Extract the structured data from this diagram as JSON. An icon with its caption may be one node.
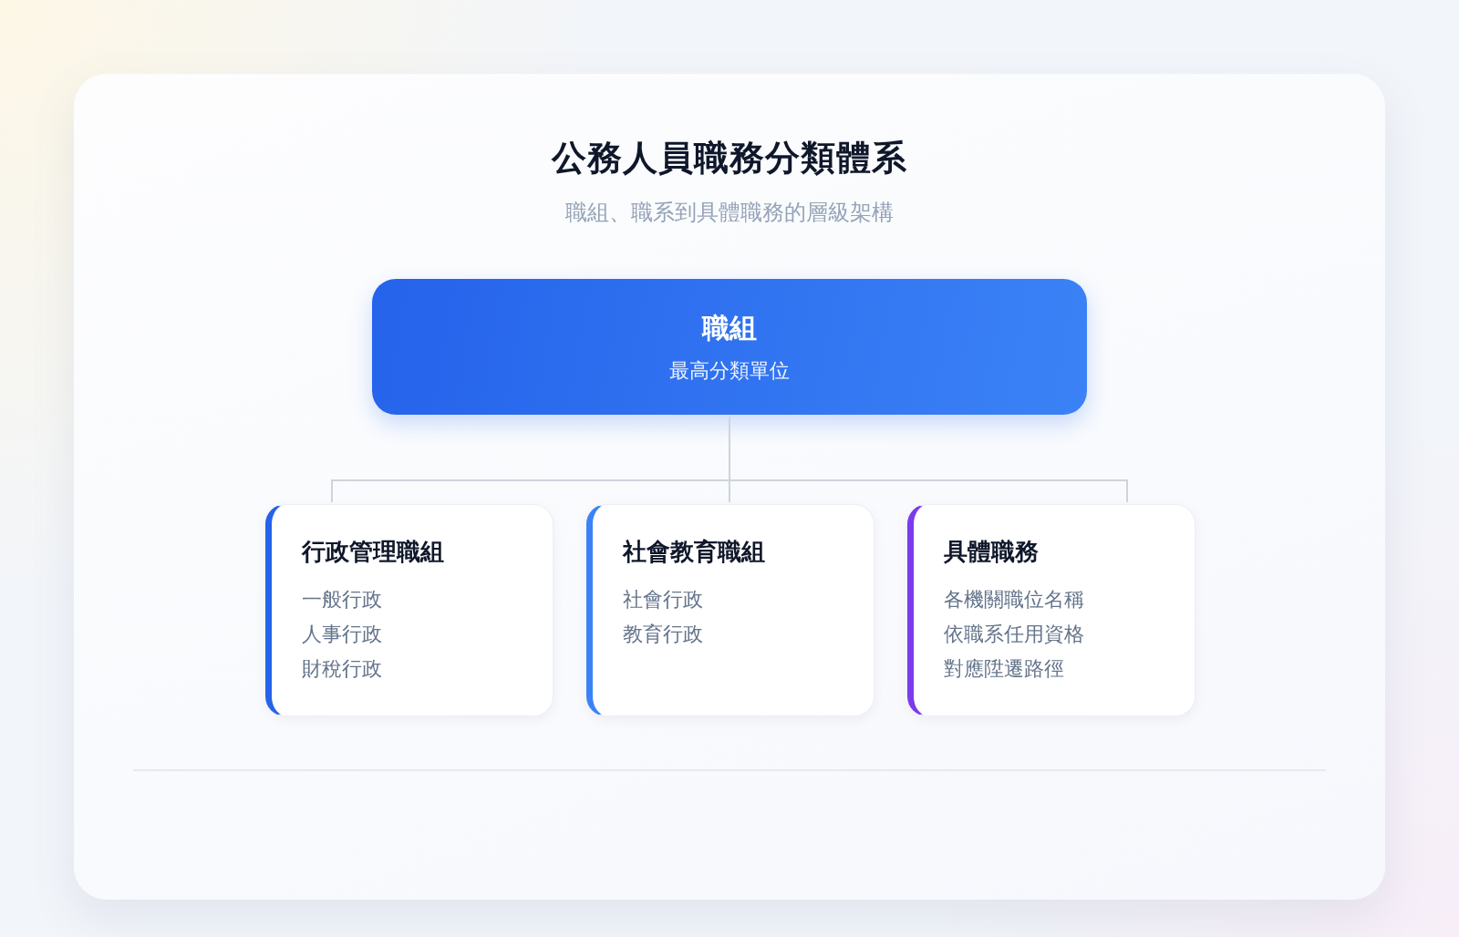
{
  "diagram": {
    "title": "公務人員職務分類體系",
    "nodes": [
      {
        "text": [
          "職組",
          "最高分類單位"
        ]
      },
      {
        "text": [
          "行政管理職組",
          "一般行政",
          "人事行政",
          "財稅行政"
        ]
      },
      {
        "text": [
          "社會教育職組",
          "社會行政",
          "教育行政"
        ]
      },
      {
        "text": [
          "具體職務",
          "各機關職位名稱",
          "依職系任用資格",
          "對應陞遷路徑"
        ]
      }
    ],
    "edges": [
      {
        "from": 0,
        "to": 1,
        "arrow": "none"
      },
      {
        "from": 0,
        "to": 2,
        "arrow": "none"
      },
      {
        "from": 0,
        "to": 3,
        "arrow": "none"
      }
    ],
    "labels": [
      "職組、職系到具體職務的層級架構"
    ]
  }
}
